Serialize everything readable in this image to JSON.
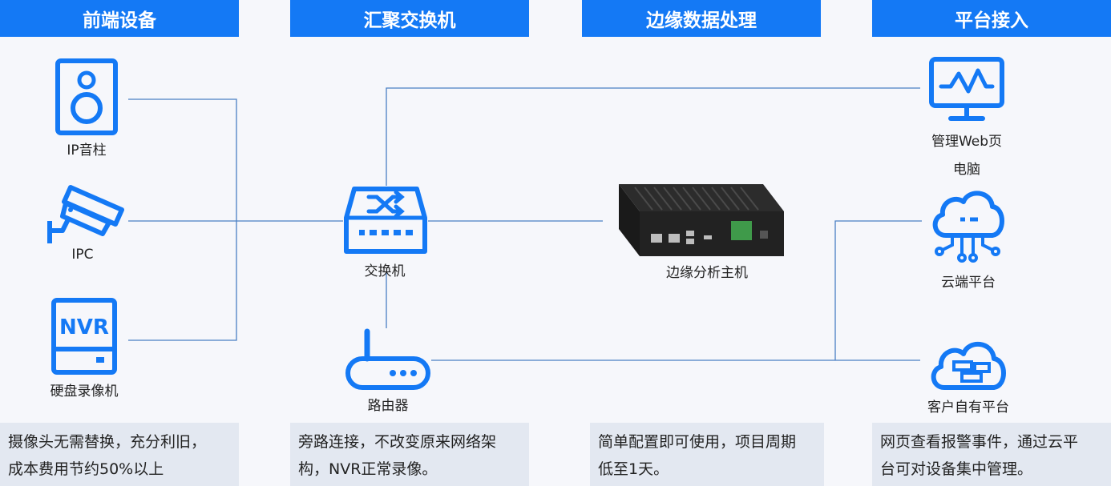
{
  "headers": {
    "front": "前端设备",
    "switch": "汇聚交换机",
    "edge": "边缘数据处理",
    "platform": "平台接入"
  },
  "nodes": {
    "speaker": "IP音柱",
    "ipc": "IPC",
    "nvr": "硬盘录像机",
    "nvr_icon_text": "NVR",
    "switch": "交换机",
    "router": "路由器",
    "edge_host": "边缘分析主机",
    "web_mgmt": "管理Web页",
    "pc": "电脑",
    "cloud": "云端平台",
    "private_platform": "客户自有平台"
  },
  "notes": {
    "front_1": "摄像头无需替换，充分利旧，",
    "front_2": "成本费用节约50%以上",
    "switch_1": "旁路连接，不改变原来网络架",
    "switch_2": "构，NVR正常录像。",
    "edge_1": "简单配置即可使用，项目周期",
    "edge_2": "低至1天。",
    "platform_1": "网页查看报警事件，通过云平",
    "platform_2": "台可对设备集中管理。"
  },
  "colors": {
    "accent": "#1479f5",
    "line": "#4a7fc4",
    "note_bg": "#e3e8f1"
  }
}
